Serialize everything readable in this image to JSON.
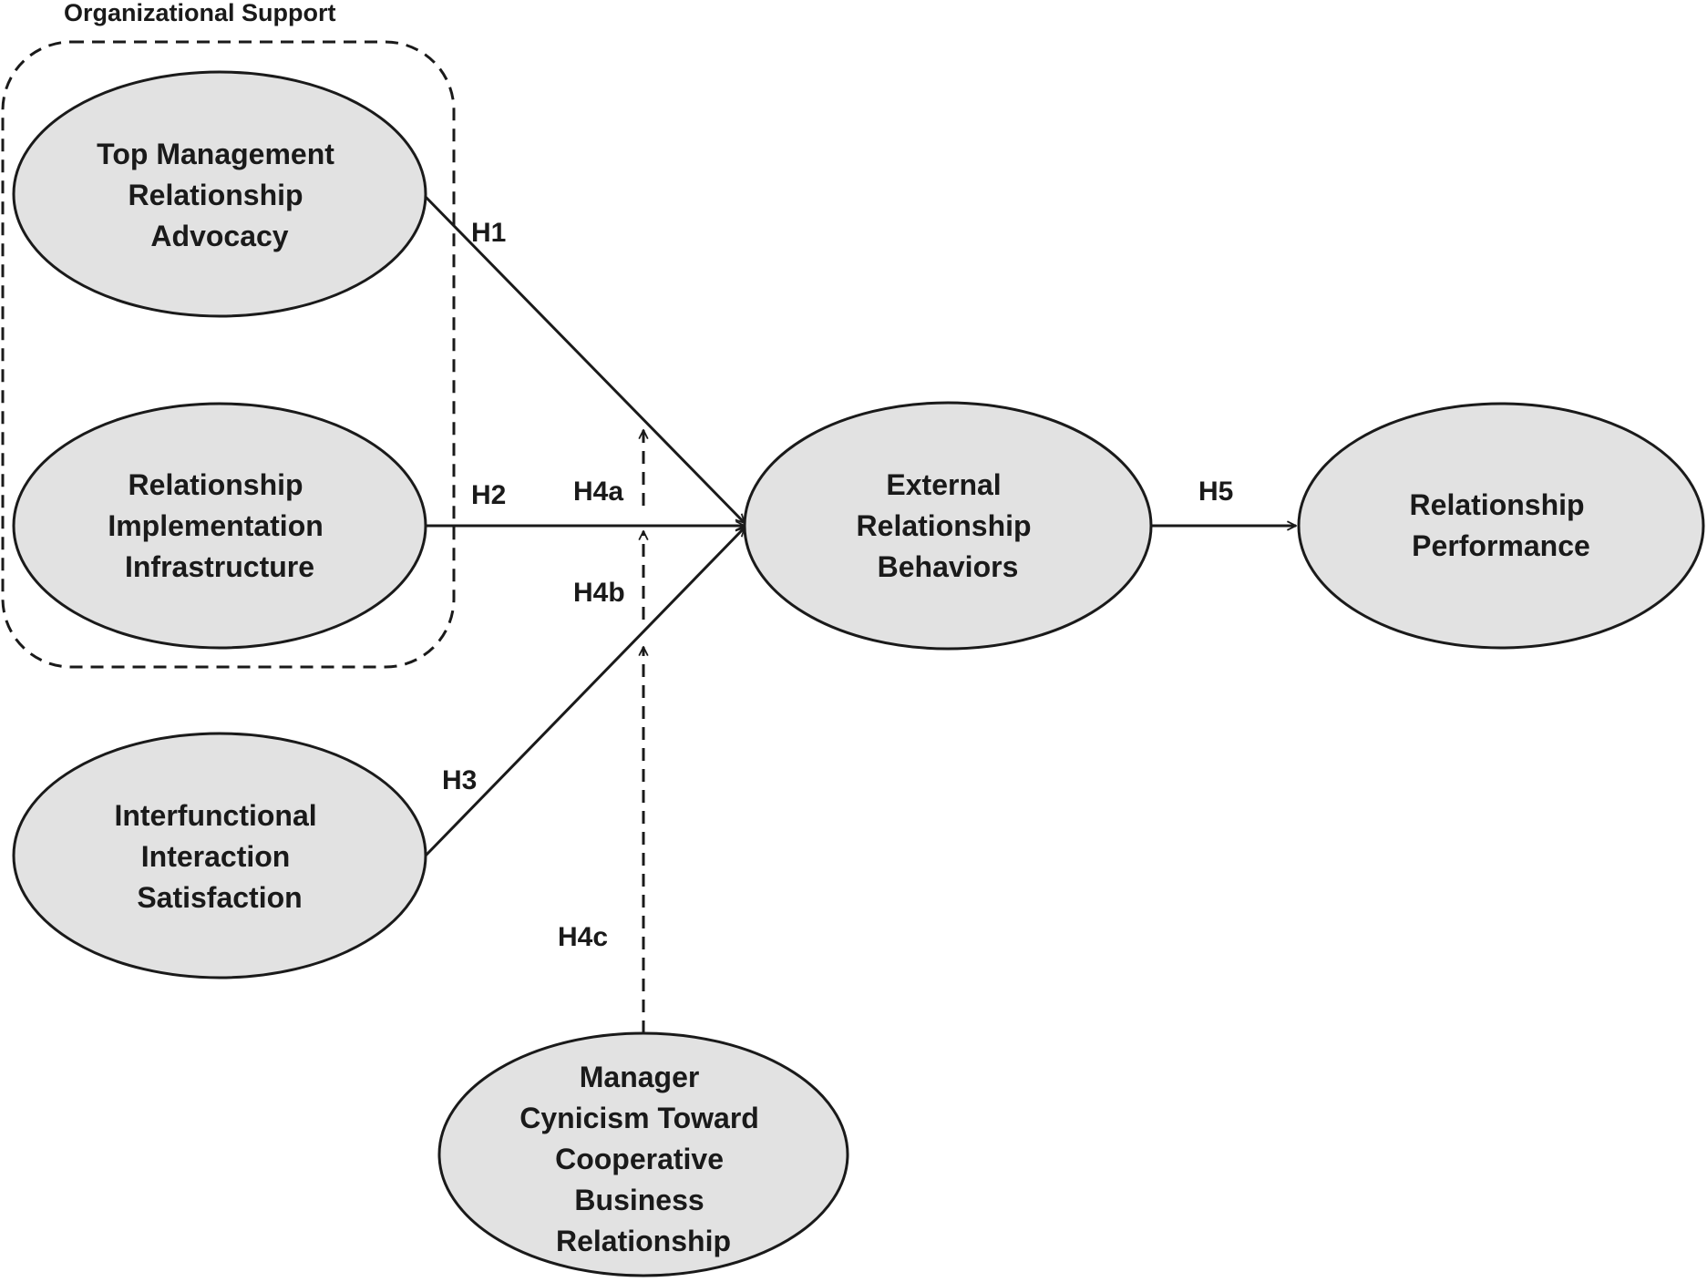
{
  "group": {
    "label": "Organizational Support"
  },
  "nodes": {
    "top_management": [
      "Top Management",
      "Relationship",
      "Advocacy"
    ],
    "implementation": [
      "Relationship",
      "Implementation",
      "Infrastructure"
    ],
    "interfunctional": [
      "Interfunctional",
      "Interaction",
      "Satisfaction"
    ],
    "external": [
      "External",
      "Relationship",
      "Behaviors"
    ],
    "performance": [
      "Relationship",
      "Performance"
    ],
    "cynicism": [
      "Manager",
      "Cynicism Toward",
      "Cooperative",
      "Business",
      "Relationship"
    ]
  },
  "hypotheses": {
    "h1": "H1",
    "h2": "H2",
    "h3": "H3",
    "h4a": "H4a",
    "h4b": "H4b",
    "h4c": "H4c",
    "h5": "H5"
  },
  "colors": {
    "node_fill": "#e2e2e2",
    "stroke": "#1a1a1a",
    "background": "#ffffff"
  }
}
